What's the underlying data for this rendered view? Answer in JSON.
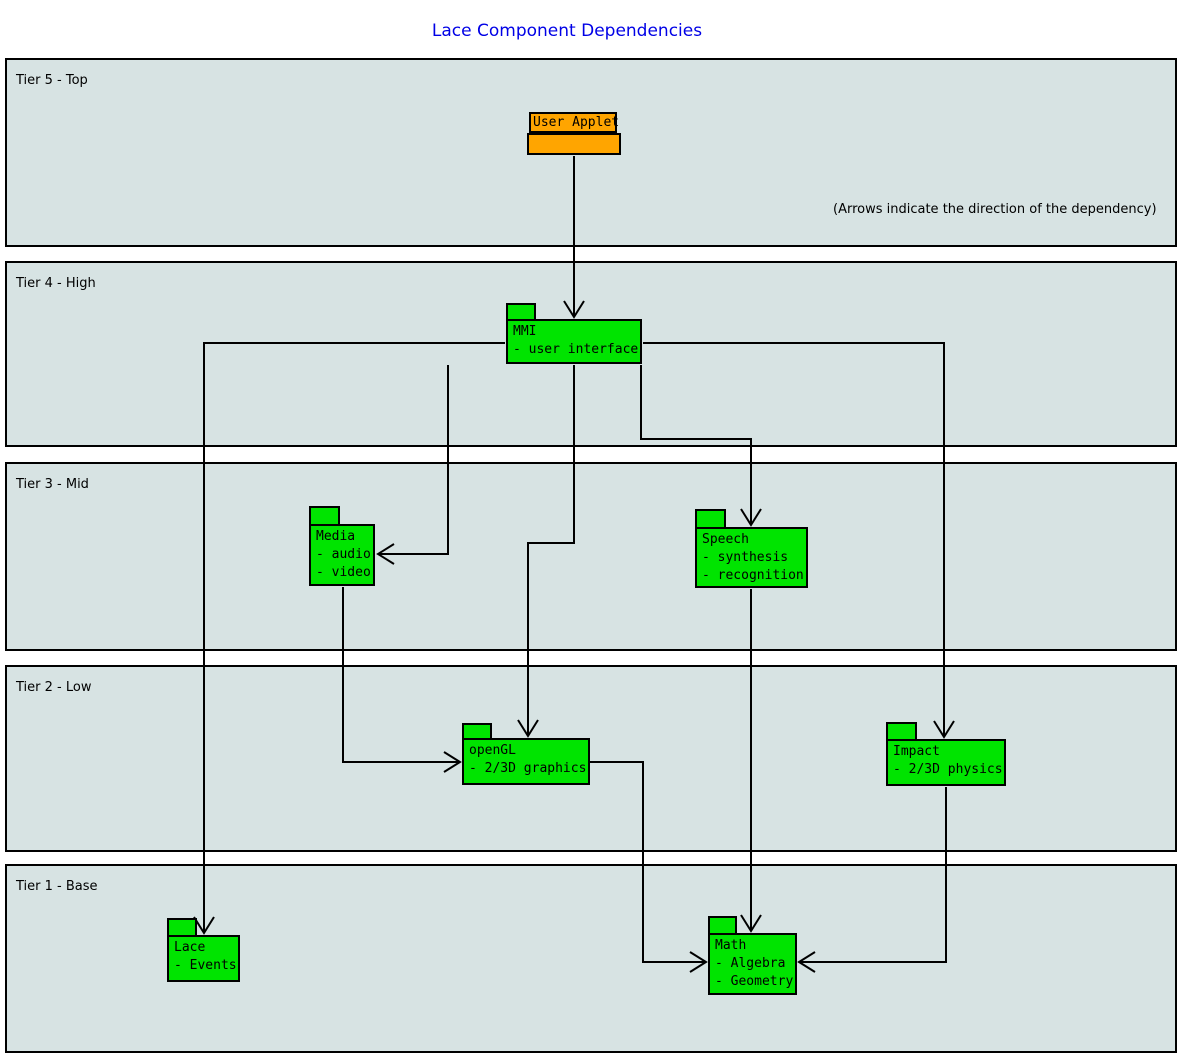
{
  "title": "Lace Component Dependencies",
  "annotation": "(Arrows indicate the direction of the dependency)",
  "colors": {
    "component_fill": "#00e400",
    "user_applet_fill": "#ffa500",
    "tier_fill": "#d7e3e3",
    "title_color": "#0000e6",
    "edge_color": "#000000"
  },
  "tiers": [
    {
      "label": "Tier 5 - Top"
    },
    {
      "label": "Tier 4 - High"
    },
    {
      "label": "Tier 3 - Mid"
    },
    {
      "label": "Tier 2 - Low"
    },
    {
      "label": "Tier 1 - Base"
    }
  ],
  "components": [
    {
      "id": "user-applet",
      "name": "User Applet",
      "lines": []
    },
    {
      "id": "mmi",
      "name": "MMI",
      "lines": [
        "- user interface"
      ]
    },
    {
      "id": "media",
      "name": "Media",
      "lines": [
        "- audio",
        "- video"
      ]
    },
    {
      "id": "speech",
      "name": "Speech",
      "lines": [
        "- synthesis",
        "- recognition"
      ]
    },
    {
      "id": "opengl",
      "name": "openGL",
      "lines": [
        "- 2/3D graphics"
      ]
    },
    {
      "id": "impact",
      "name": "Impact",
      "lines": [
        "- 2/3D physics"
      ]
    },
    {
      "id": "lace",
      "name": "Lace",
      "lines": [
        "- Events"
      ]
    },
    {
      "id": "math",
      "name": "Math",
      "lines": [
        "- Algebra",
        "- Geometry"
      ]
    }
  ],
  "edges": [
    {
      "from": "User Applet",
      "to": "MMI"
    },
    {
      "from": "MMI",
      "to": "Lace"
    },
    {
      "from": "MMI",
      "to": "Impact"
    },
    {
      "from": "MMI",
      "to": "Media"
    },
    {
      "from": "MMI",
      "to": "openGL"
    },
    {
      "from": "MMI",
      "to": "Speech"
    },
    {
      "from": "Media",
      "to": "openGL"
    },
    {
      "from": "Speech",
      "to": "Math"
    },
    {
      "from": "openGL",
      "to": "Math"
    },
    {
      "from": "Impact",
      "to": "Math"
    }
  ]
}
